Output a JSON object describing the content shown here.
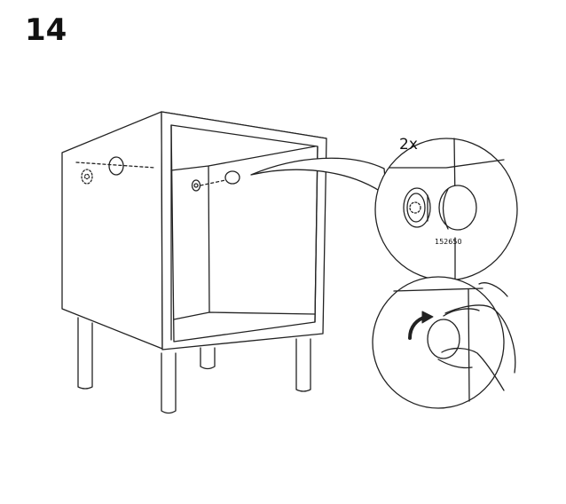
{
  "step": {
    "number": "14"
  },
  "detail": {
    "quantity": "2x",
    "part_number": "152650"
  }
}
